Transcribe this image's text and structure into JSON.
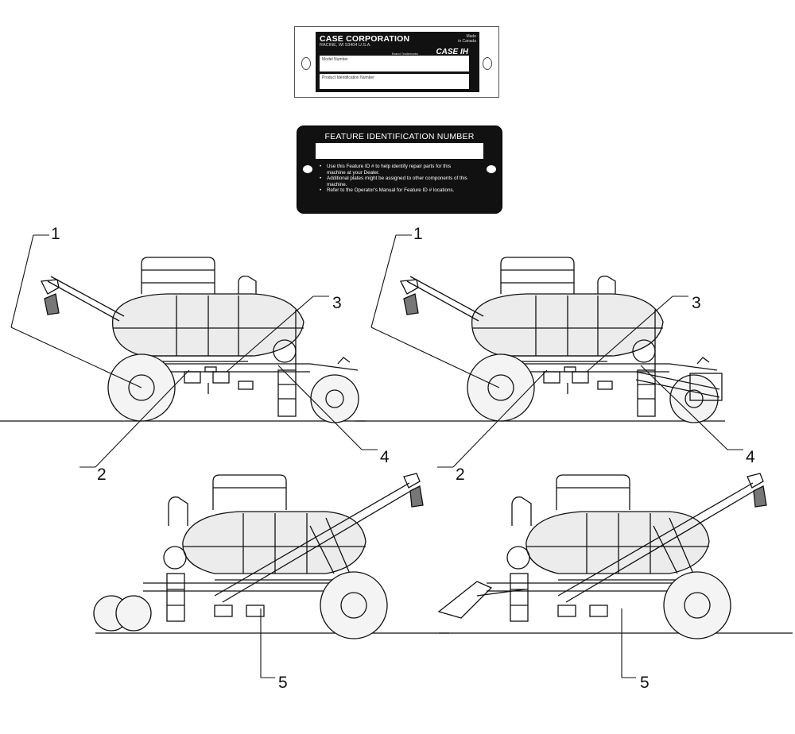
{
  "plates": {
    "serial_plate": {
      "corporation": "CASE CORPORATION",
      "address": "RACINE, WI 53404 U.S.A.",
      "made_in": "Made\nin Canada",
      "trademark": "Brand Trademarks",
      "logo": "CASE IH",
      "model_label": "Model Number",
      "product_label": "Product Identification Number"
    },
    "feature_plate": {
      "title": "FEATURE IDENTIFICATION NUMBER",
      "bullets": [
        "Use this Feature ID # to help identify repair parts for this machine at your Dealer.",
        "Additional plates might be assigned to other components of this machine.",
        "Refer to the Operator's Manual for Feature ID # locations."
      ]
    }
  },
  "callouts": {
    "top_left": [
      "1",
      "2",
      "3",
      "4"
    ],
    "top_right": [
      "1",
      "2",
      "3",
      "4"
    ],
    "bottom_left": [
      "5"
    ],
    "bottom_right": [
      "5"
    ]
  },
  "colors": {
    "ink": "#111111",
    "background": "#ffffff",
    "plate": "#111111"
  }
}
